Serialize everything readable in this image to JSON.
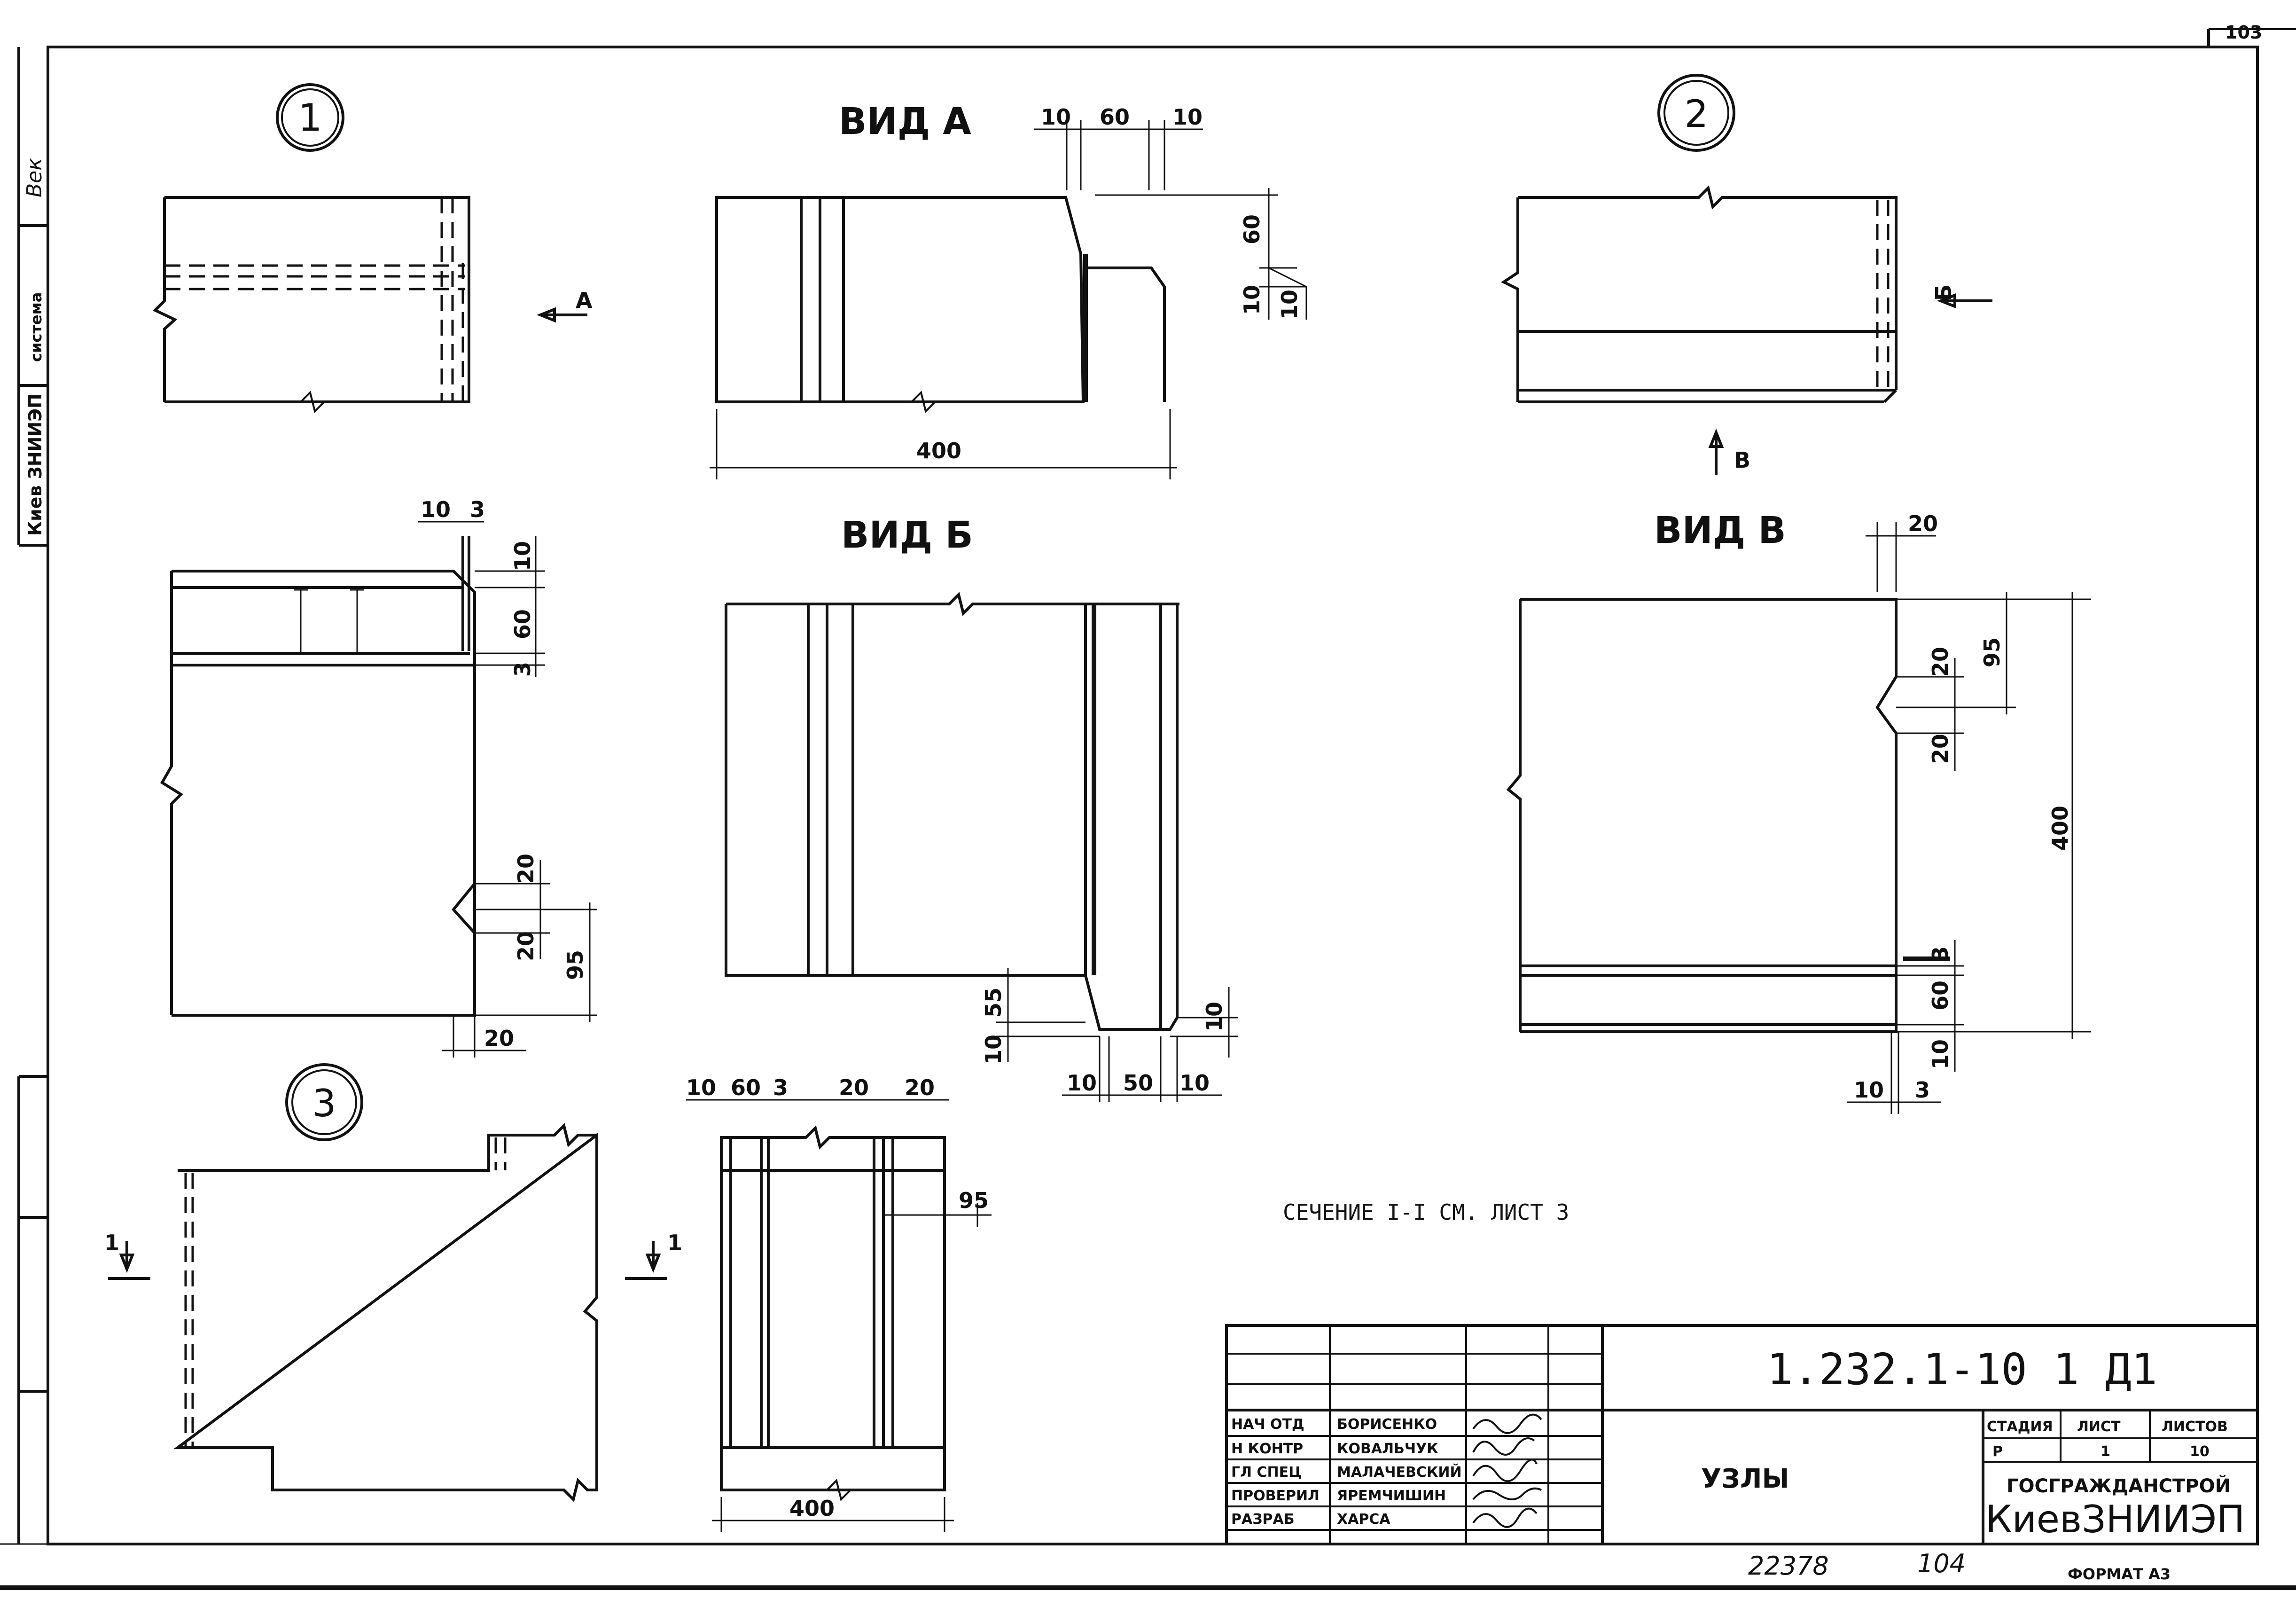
{
  "sheet_number": "103",
  "side_stamp": {
    "org": "Киев ЗНИИЭП",
    "series": "система",
    "signature": "Век"
  },
  "nodes": {
    "node1": "1",
    "node2": "2",
    "node3": "3"
  },
  "views": {
    "vid_a": "ВИД А",
    "vid_b": "ВИД Б",
    "vid_v": "ВИД В"
  },
  "arrows": {
    "a": "А",
    "b": "Б",
    "v": "В",
    "section_1": "1"
  },
  "dimensions": {
    "d400": "400",
    "d60": "60",
    "d10": "10",
    "d20": "20",
    "d3": "3",
    "d95": "95",
    "d55": "55",
    "d50": "50"
  },
  "note": "СЕЧЕНИЕ I-I СМ. ЛИСТ 3",
  "title_block": {
    "code": "1.232.1-10 1 Д1",
    "subject": "УЗЛЫ",
    "headers": {
      "stage": "СТАДИЯ",
      "sheet": "ЛИСТ",
      "sheets": "ЛИСТОВ"
    },
    "values": {
      "stage": "Р",
      "sheet": "1",
      "sheets": "10"
    },
    "org_top": "ГОСГРАЖДАНСТРОЙ",
    "org_main": "КиевЗНИИЭП",
    "roles": [
      {
        "role": "НАЧ ОТД",
        "name": "БОРИСЕНКО"
      },
      {
        "role": "Н КОНТР",
        "name": "КОВАЛЬЧУК"
      },
      {
        "role": "ГЛ СПЕЦ",
        "name": "МАЛАЧЕВСКИЙ"
      },
      {
        "role": "ПРОВЕРИЛ",
        "name": "ЯРЕМЧИШИН"
      },
      {
        "role": "РАЗРАБ",
        "name": "ХАРСА"
      }
    ],
    "inventory": "22378",
    "page": "104",
    "format": "ФОРМАТ А3"
  }
}
